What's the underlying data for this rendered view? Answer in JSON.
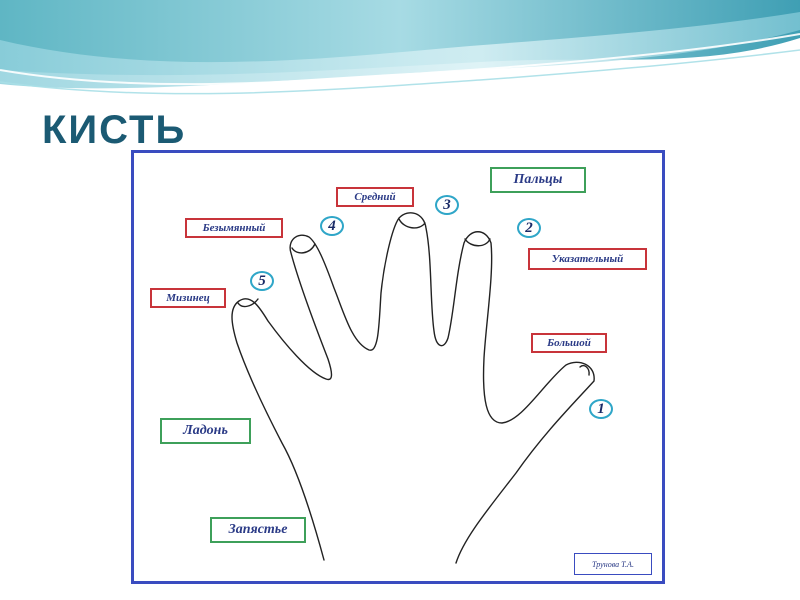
{
  "title": "КИСТЬ",
  "labels": {
    "fingers": "Пальцы",
    "middle": "Средний",
    "ring": "Безымянный",
    "index": "Указательный",
    "little": "Мизинец",
    "thumb": "Большой",
    "palm": "Ладонь",
    "wrist": "Запястье"
  },
  "numbers": {
    "thumb": "1",
    "index": "2",
    "middle": "3",
    "ring": "4",
    "little": "5"
  },
  "author": "Трунова Т.А.",
  "colors": {
    "title": "#1b5a73",
    "frame": "#3a4cc0",
    "finger_labels": "#c8343a",
    "region_labels": "#3ea05a",
    "number_circles": "#2fa6c8"
  }
}
